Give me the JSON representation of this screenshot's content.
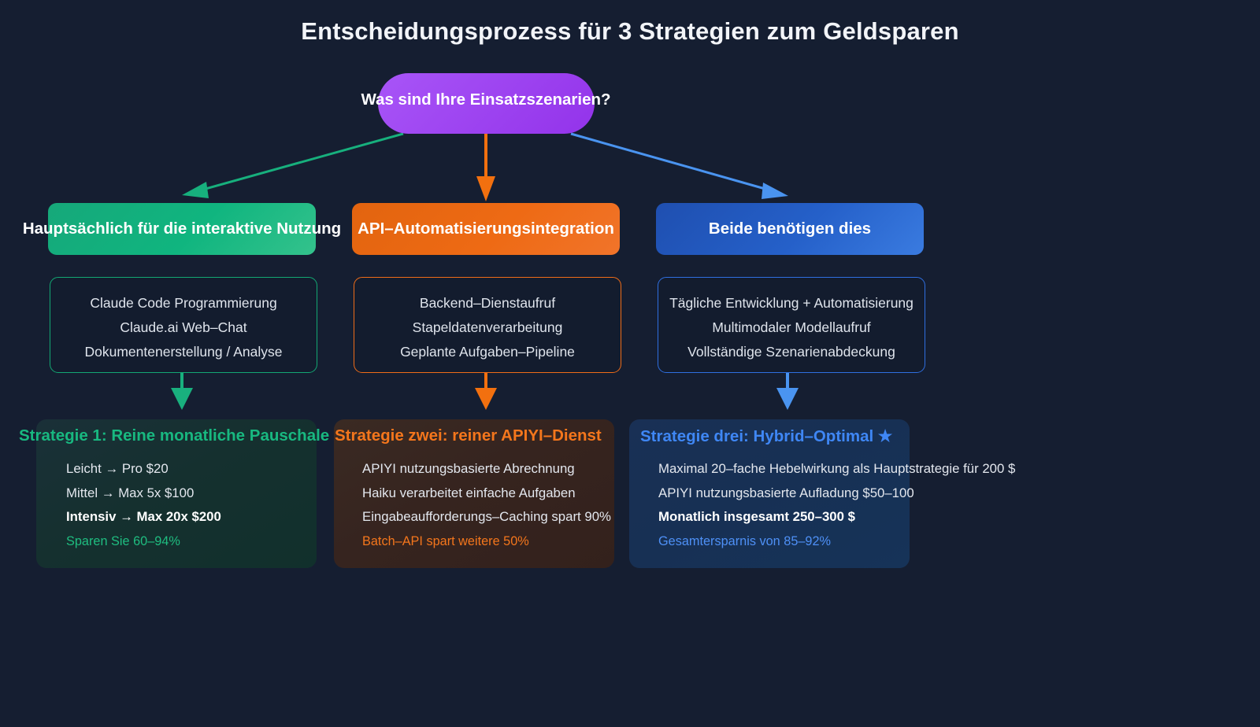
{
  "title": "Entscheidungsprozess für 3 Strategien zum Geldsparen",
  "root": {
    "label": "Was sind Ihre Einsatzszenarien?",
    "color": "#a855f7"
  },
  "branches": [
    {
      "id": "interactive",
      "category_label": "Hauptsächlich für die interaktive Nutzung",
      "color": "#10b57f",
      "details": [
        "Claude Code Programmierung",
        "Claude.ai Web–Chat",
        "Dokumentenerstellung / Analyse"
      ],
      "card": {
        "heading": "Strategie 1: Reine monatliche Pauschale",
        "heading_color": "#18b880",
        "lines": [
          {
            "text": "Leicht → Pro $20",
            "bold": false
          },
          {
            "text": "Mittel → Max 5x $100",
            "bold": false
          },
          {
            "text": "Intensiv → Max 20x $200",
            "bold": true
          }
        ],
        "footer": "Sparen Sie 60–94%",
        "footer_color": "#1fbd80"
      }
    },
    {
      "id": "api",
      "category_label": "API–Automatisierungsintegration",
      "color": "#ee6a14",
      "details": [
        "Backend–Dienstaufruf",
        "Stapeldatenverarbeitung",
        "Geplante Aufgaben–Pipeline"
      ],
      "card": {
        "heading": "Strategie zwei: reiner APIYI–Dienst",
        "heading_color": "#f4761c",
        "lines": [
          {
            "text": "APIYI nutzungsbasierte Abrechnung",
            "bold": false
          },
          {
            "text": "Haiku verarbeitet einfache Aufgaben",
            "bold": false
          },
          {
            "text": "Eingabeaufforderungs–Caching spart 90%",
            "bold": false
          }
        ],
        "footer": "Batch–API spart weitere 50%",
        "footer_color": "#f4761c"
      }
    },
    {
      "id": "both",
      "category_label": "Beide benötigen dies",
      "color": "#2560c9",
      "details": [
        "Tägliche Entwicklung + Automatisierung",
        "Multimodaler Modellaufruf",
        "Vollständige Szenarienabdeckung"
      ],
      "card": {
        "heading": "Strategie drei: Hybrid–Optimal ★",
        "heading_color": "#3f87f5",
        "lines": [
          {
            "text": "Maximal 20–fache Hebelwirkung als Hauptstrategie für 200 $",
            "bold": false
          },
          {
            "text": "APIYI nutzungsbasierte Aufladung $50–100",
            "bold": false
          },
          {
            "text": "Monatlich insgesamt 250–300 $",
            "bold": true
          }
        ],
        "footer": "Gesamtersparnis von 85–92%",
        "footer_color": "#4e90f6"
      }
    }
  ],
  "background_color": "#151e31"
}
